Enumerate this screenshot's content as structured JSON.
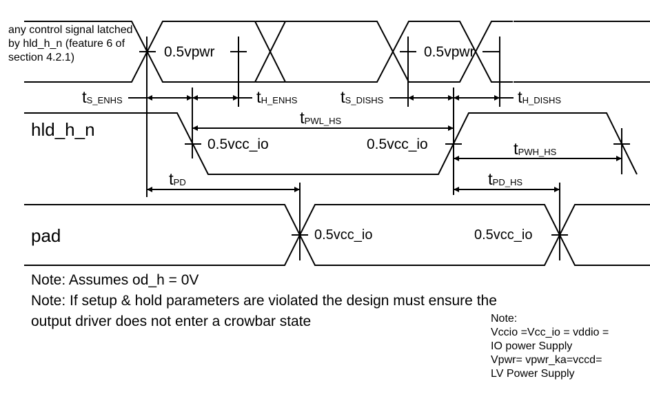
{
  "signals": {
    "control": {
      "label": "any control signal latched by hld_h_n (feature 6 of section 4.2.1)"
    },
    "hld": {
      "label": "hld_h_n"
    },
    "pad": {
      "label": "pad"
    }
  },
  "thresholds": {
    "vpwr_1": "0.5vpwr",
    "vpwr_2": "0.5vpwr",
    "vccio_hld_fall": "0.5vcc_io",
    "vccio_hld_rise": "0.5vcc_io",
    "vccio_pad_rise": "0.5vcc_io",
    "vccio_pad_fall": "0.5vcc_io"
  },
  "timing": {
    "ts_enhs": {
      "main": "t",
      "sub": "S_ENHS"
    },
    "th_enhs": {
      "main": "t",
      "sub": "H_ENHS"
    },
    "ts_dishs": {
      "main": "t",
      "sub": "S_DISHS"
    },
    "th_dishs": {
      "main": "t",
      "sub": "H_DISHS"
    },
    "tpwl_hs": {
      "main": "t",
      "sub": "PWL_HS"
    },
    "tpwh_hs": {
      "main": "t",
      "sub": "PWH_HS"
    },
    "tpd": {
      "main": "t",
      "sub": "PD"
    },
    "tpd_hs": {
      "main": "t",
      "sub": "PD_HS"
    }
  },
  "notes": {
    "note1": "Note: Assumes od_h = 0V",
    "note2_line1": "Note: If setup & hold parameters are violated the design must ensure the",
    "note2_line2": "output driver does not enter a crowbar state"
  },
  "side_note": {
    "title": "Note:",
    "line1": "Vccio =Vcc_io = vddio =",
    "line2": "IO power Supply",
    "line3": "Vpwr= vpwr_ka=vccd=",
    "line4": "LV Power Supply"
  }
}
